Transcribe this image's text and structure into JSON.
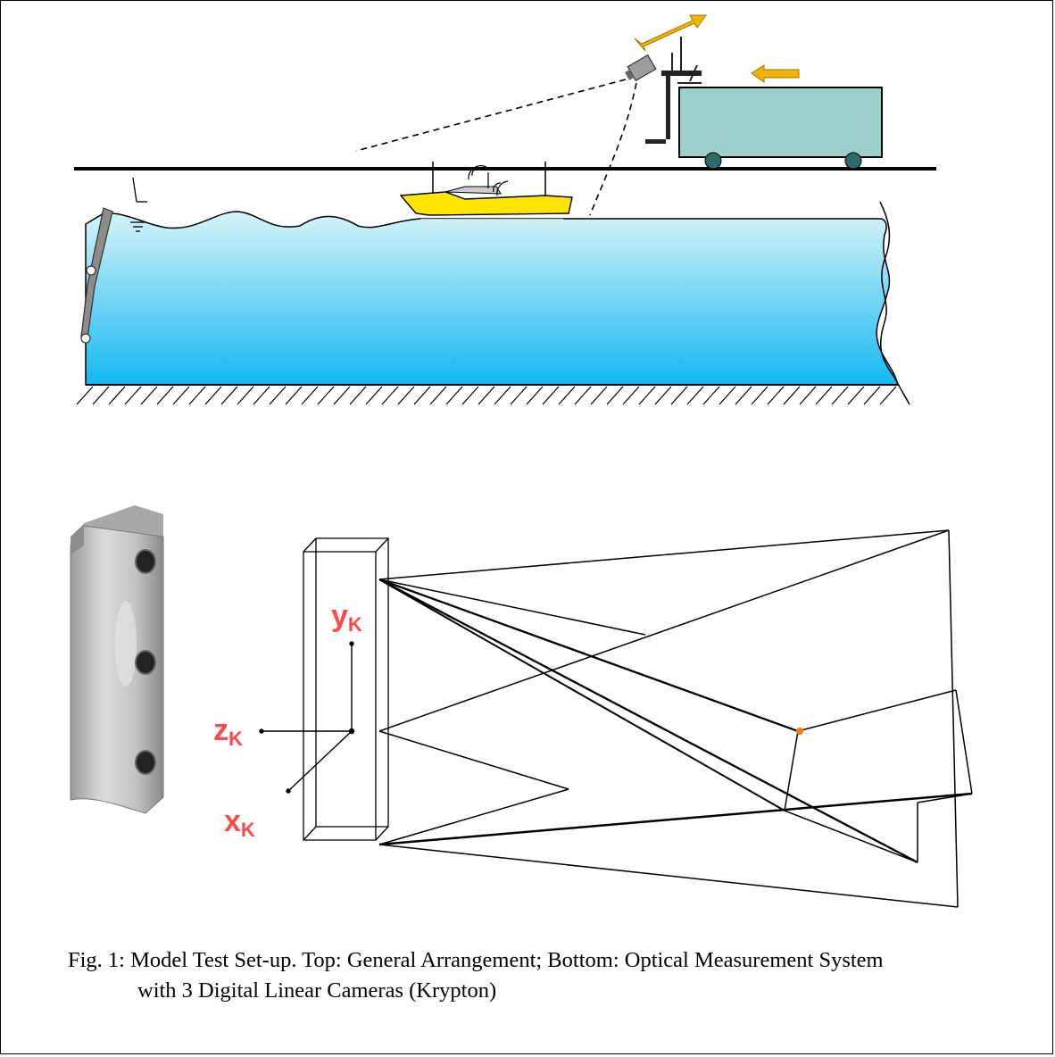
{
  "caption": {
    "line1": "Fig. 1: Model Test Set-up. Top: General Arrangement; Bottom: Optical Measurement System",
    "line2": "with 3 Digital Linear Cameras (Krypton)"
  },
  "axes": {
    "y": {
      "letter": "y",
      "sub": "K"
    },
    "z": {
      "letter": "z",
      "sub": "K"
    },
    "x": {
      "letter": "x",
      "sub": "K"
    }
  },
  "colors": {
    "water_top": "#d6f4f8",
    "water_bottom": "#14b8f2",
    "carriage": "#9fcfca",
    "ship": "#ffe500",
    "arrow": "#f2b400",
    "axis_label": "#ff4a4a",
    "target_point": "#ff7a00"
  }
}
